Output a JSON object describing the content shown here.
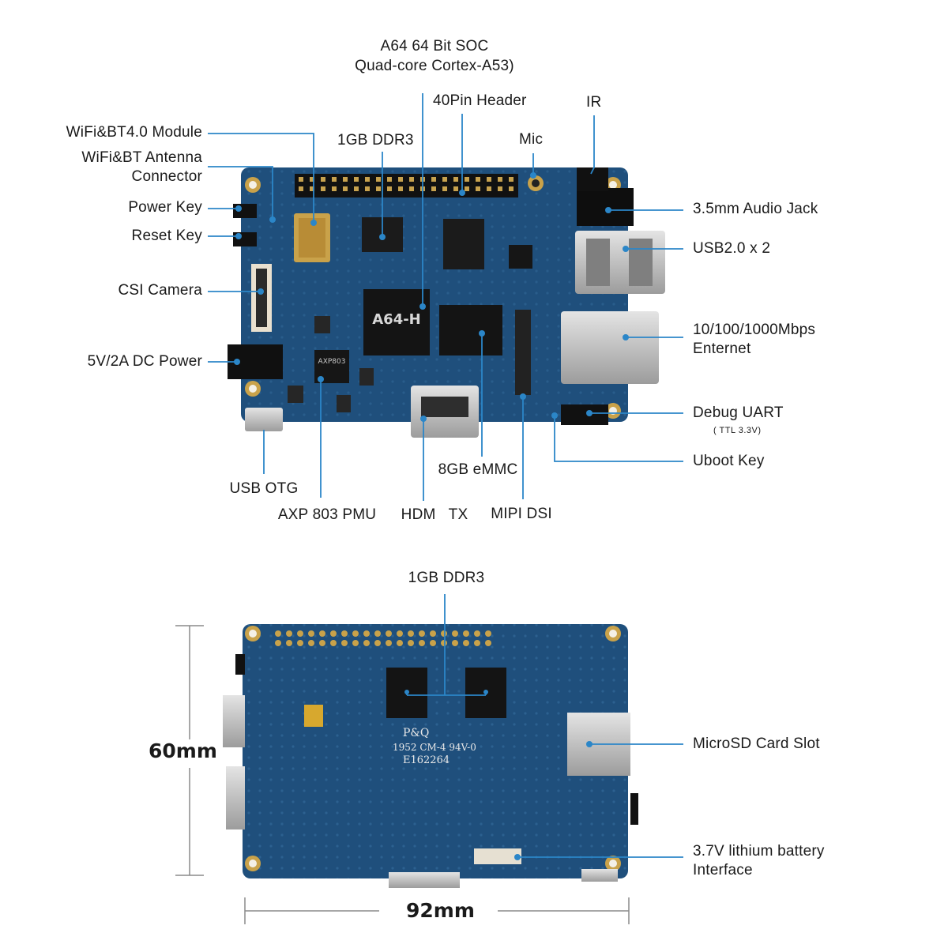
{
  "top_view": {
    "labels": {
      "soc_line1": "A64 64 Bit SOC",
      "soc_line2": "Quad-core Cortex-A53)",
      "header40": "40Pin Header",
      "ir": "IR",
      "mic": "Mic",
      "ddr3": "1GB DDR3",
      "wifi_module": "WiFi&BT4.0 Module",
      "antenna_line1": "WiFi&BT Antenna",
      "antenna_line2": "Connector",
      "power_key": "Power Key",
      "reset_key": "Reset Key",
      "csi_camera": "CSI Camera",
      "dc_power": "5V/2A DC Power",
      "usb_otg": "USB OTG",
      "axp_pmu": "AXP 803 PMU",
      "hdmi_tx": "HDM   TX",
      "emmc": "8GB eMMC",
      "mipi_dsi": "MIPI DSI",
      "audio_jack": "3.5mm Audio Jack",
      "usb20": "USB2.0 x 2",
      "ethernet_line1": "10/100/1000Mbps",
      "ethernet_line2": "Enternet",
      "debug_uart": "Debug UART",
      "debug_uart_note": "( TTL 3.3V)",
      "uboot_key": "Uboot Key"
    },
    "board_print": {
      "soc_chip": "A64-H",
      "pmu_chip": "AXP803"
    }
  },
  "bottom_view": {
    "labels": {
      "ddr3": "1GB DDR3",
      "microsd": "MicroSD Card Slot",
      "battery_line1": "3.7V lithium battery",
      "battery_line2": "Interface"
    },
    "board_print": {
      "line1": "P&Q",
      "line2": "1952 CM-4 94V-0",
      "line3": "E162264"
    },
    "dimensions": {
      "height": "60mm",
      "width": "92mm"
    }
  },
  "colors": {
    "pcb": "#1f4f7c",
    "callout": "#2b86c8",
    "text": "#1a1a1a"
  }
}
